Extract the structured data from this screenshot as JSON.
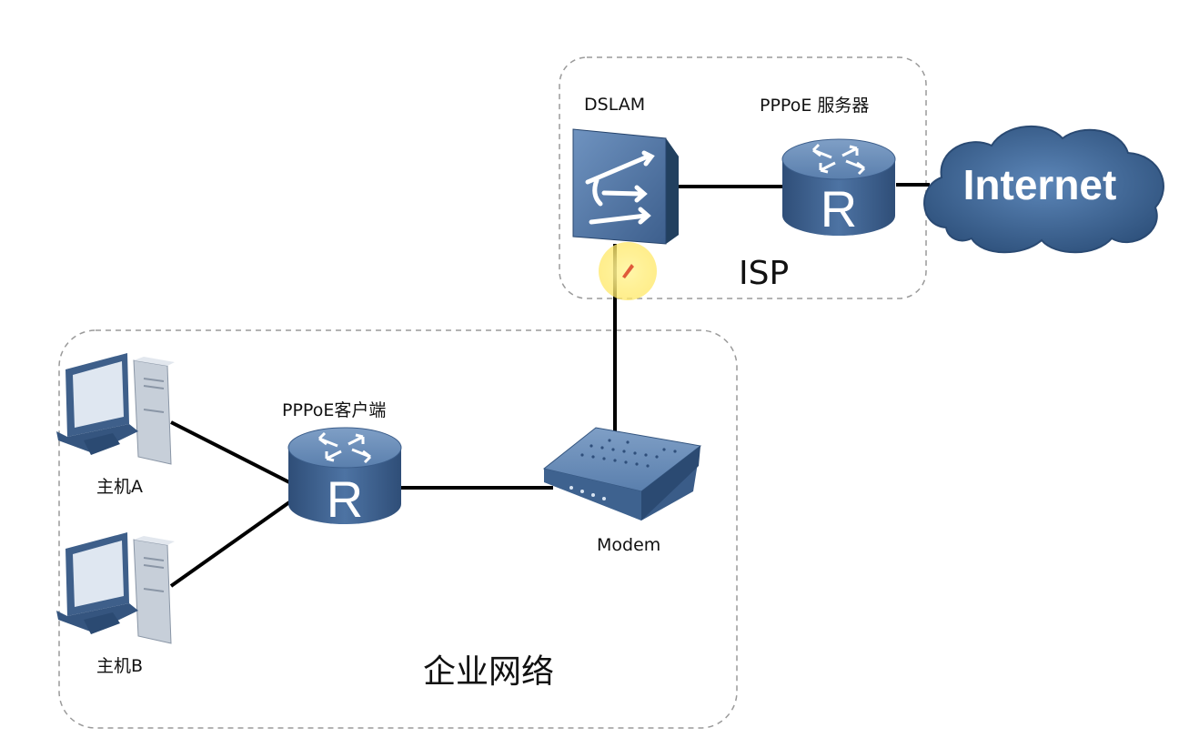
{
  "zones": {
    "isp": {
      "label": "ISP"
    },
    "enterprise": {
      "label": "企业网络"
    }
  },
  "devices": {
    "dslam": {
      "label": "DSLAM",
      "icon": "dslam-switch-icon"
    },
    "pppoe_server": {
      "label": "PPPoE 服务器",
      "icon": "router-icon",
      "glyph": "R"
    },
    "internet": {
      "label": "Internet",
      "icon": "cloud-icon"
    },
    "pppoe_client": {
      "label": "PPPoE客户端",
      "icon": "router-icon",
      "glyph": "R"
    },
    "modem": {
      "label": "Modem",
      "icon": "modem-icon"
    },
    "host_a": {
      "label": "主机A",
      "icon": "desktop-computer-icon"
    },
    "host_b": {
      "label": "主机B",
      "icon": "desktop-computer-icon"
    }
  },
  "colors": {
    "device_blue": "#4a6f9b",
    "device_dark": "#2c4a70",
    "cloud_blue": "#3e6796",
    "link": "#000000",
    "zone_border": "#9a9a9a",
    "cursor_highlight": "#fff08a"
  }
}
